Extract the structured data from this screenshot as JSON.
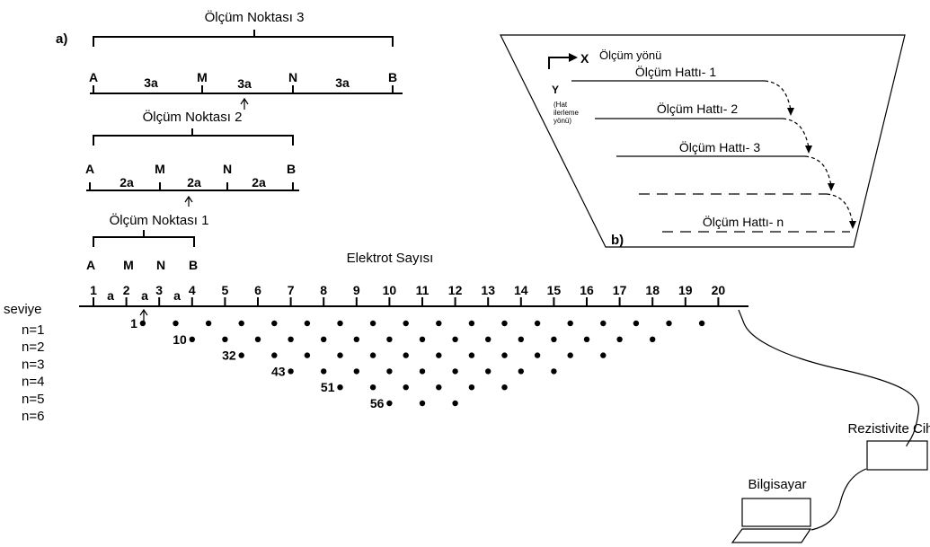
{
  "panel_a": {
    "label": "a)",
    "electrode_count_title": "Elektrot Sayısı",
    "measurement_points": [
      {
        "title": "Ölçüm Noktası 3",
        "electrodes": [
          "A",
          "M",
          "N",
          "B"
        ],
        "spacings": [
          "3a",
          "3a",
          "3a"
        ]
      },
      {
        "title": "Ölçüm Noktası 2",
        "electrodes": [
          "A",
          "M",
          "N",
          "B"
        ],
        "spacings": [
          "2a",
          "2a",
          "2a"
        ]
      },
      {
        "title": "Ölçüm Noktası 1",
        "electrodes": [
          "A",
          "M",
          "N",
          "B"
        ],
        "spacings": [
          "a",
          "a",
          "a"
        ]
      }
    ],
    "electrode_numbers": [
      "1",
      "2",
      "3",
      "4",
      "5",
      "6",
      "7",
      "8",
      "9",
      "10",
      "11",
      "12",
      "13",
      "14",
      "15",
      "16",
      "17",
      "18",
      "19",
      "20"
    ],
    "levels_title": "seviye",
    "levels": [
      "n=1",
      "n=2",
      "n=3",
      "n=4",
      "n=5",
      "n=6"
    ],
    "datum_point_counts": [
      18,
      15,
      12,
      9,
      6,
      3
    ],
    "first_point_labels": [
      "1",
      "10",
      "32",
      "43",
      "51",
      "56"
    ],
    "device_label": "Rezistivite Cihazı",
    "computer_label": "Bilgisayar"
  },
  "panel_b": {
    "label": "b)",
    "x_axis_label": "X",
    "x_axis_caption": "Ölçüm yönü",
    "y_axis_label": "Y",
    "y_axis_caption_lines": [
      "(Hat",
      "ilerleme",
      "yönü)"
    ],
    "lines": [
      "Ölçüm Hattı- 1",
      "Ölçüm Hattı- 2",
      "Ölçüm Hattı- 3",
      "Ölçüm Hattı- n"
    ]
  }
}
